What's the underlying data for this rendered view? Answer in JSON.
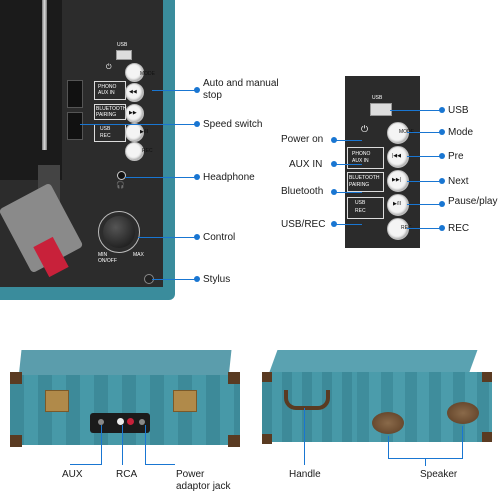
{
  "turntable": {
    "panel": {
      "usb": "USB",
      "mode": "MODE",
      "prev_icon": "▶◀◀",
      "next_icon": "▶▶|",
      "pause_icon": "▶/II",
      "rec": "REC",
      "phono": "PHONO",
      "aux_in": "AUX IN",
      "bluetooth": "BLUETOOTH",
      "pairing": "PAIRING",
      "usb_small": "USB",
      "rec_small": "REC",
      "max": "MAX",
      "min_on_off": "MIN\nON/OFF"
    },
    "callouts": {
      "stop": "Auto and manual\nstop",
      "speed": "Speed switch",
      "headphone": "Headphone",
      "control": "Control",
      "stylus": "Stylus"
    }
  },
  "detail": {
    "usb": "USB",
    "mode": "MODE",
    "rec": "REC",
    "phono": "PHONO",
    "aux_in": "AUX IN",
    "bluetooth": "BLUETOOTH",
    "pairing": "PAIRING",
    "usb_small": "USB",
    "rec_small": "REC",
    "callouts": {
      "usb": "USB",
      "power_on": "Power on",
      "mode": "Mode",
      "aux_in": "AUX IN",
      "pre": "Pre",
      "bluetooth": "Bluetooth",
      "next": "Next",
      "pause_play": "Pause/play",
      "usb_rec": "USB/REC",
      "rec": "REC"
    }
  },
  "cases": {
    "front": {
      "aux": "AUX",
      "rca": "RCA",
      "power": "Power\nadaptor jack"
    },
    "side": {
      "handle": "Handle",
      "speaker": "Speaker"
    }
  },
  "colors": {
    "callout": "#1976d2",
    "case": "#3f8fa0",
    "panel": "#2b2b2b"
  }
}
